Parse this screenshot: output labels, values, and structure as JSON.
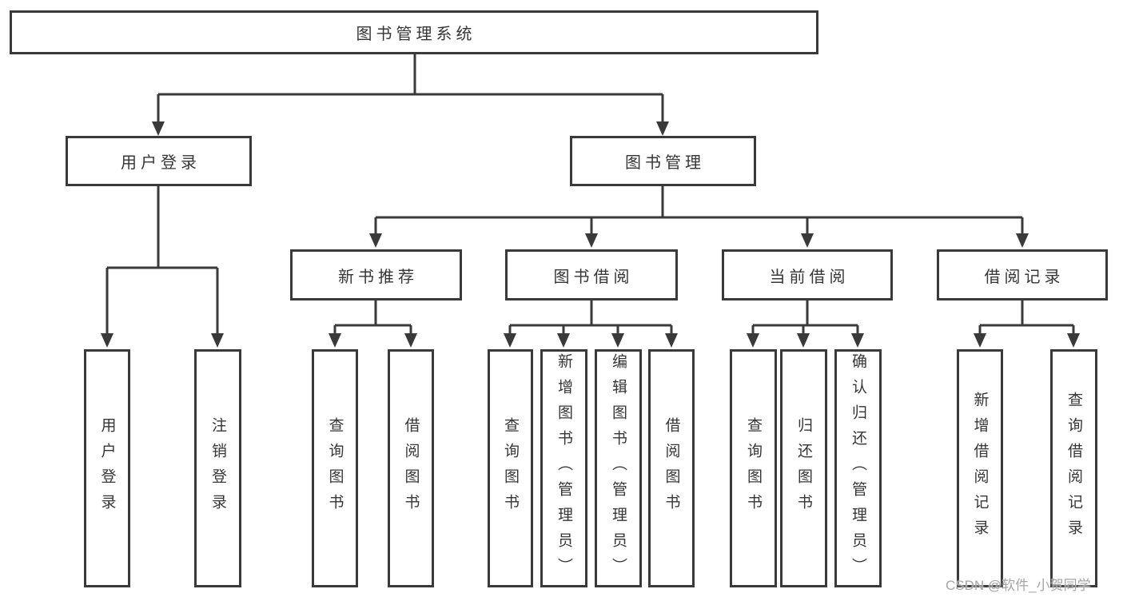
{
  "tree": {
    "root": {
      "label": "图书管理系统"
    },
    "branches": [
      {
        "label": "用户登录",
        "children": [
          {
            "label": "用户登录"
          },
          {
            "label": "注销登录"
          }
        ]
      },
      {
        "label": "图书管理",
        "children": [
          {
            "label": "新书推荐",
            "children": [
              {
                "label": "查询图书"
              },
              {
                "label": "借阅图书"
              }
            ]
          },
          {
            "label": "图书借阅",
            "children": [
              {
                "label": "查询图书"
              },
              {
                "label": "新增图书（管理员）"
              },
              {
                "label": "编辑图书（管理员）"
              },
              {
                "label": "借阅图书"
              }
            ]
          },
          {
            "label": "当前借阅",
            "children": [
              {
                "label": "查询图书"
              },
              {
                "label": "归还图书"
              },
              {
                "label": "确认归还（管理员）"
              }
            ]
          },
          {
            "label": "借阅记录",
            "children": [
              {
                "label": "新增借阅记录"
              },
              {
                "label": "查询借阅记录"
              }
            ]
          }
        ]
      }
    ]
  },
  "watermark": {
    "text": "CSDN @软件_小贺同学"
  },
  "colors": {
    "line": "#3a3a3a",
    "box_border": "#3a3a3a",
    "text": "#363636",
    "watermark": "#a5a5a5",
    "background": "#ffffff"
  }
}
